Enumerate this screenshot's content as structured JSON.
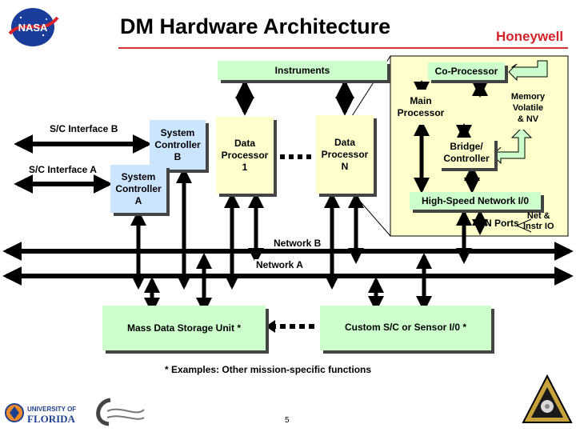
{
  "slide": {
    "title": "DM Hardware Architecture",
    "brand": "Honeywell",
    "nasa_logo_text": "NASA",
    "page_number": "5",
    "footnote": "* Examples: Other mission-specific functions",
    "uf_logo_line1": "UNIVERSITY OF",
    "uf_logo_line2": "FLORIDA"
  },
  "diagram": {
    "instruments": "Instruments",
    "co_processor": "Co-Processor",
    "main_processor": "Main\nProcessor",
    "memory": "Memory\nVolatile\n& NV",
    "bridge": "Bridge/\nController",
    "high_speed_network": "High-Speed Network I/0",
    "n_ports": "N Ports",
    "net_instr_io": "Net &\nInstr IO",
    "system_controller_b": "System\nController\nB",
    "system_controller_a": "System\nController\nA",
    "sc_interface_b": "S/C Interface B",
    "sc_interface_a": "S/C Interface A",
    "data_processor_1": "Data\nProcessor\n1",
    "data_processor_n": "Data\nProcessor\nN",
    "network_b": "Network B",
    "network_a": "Network A",
    "mass_storage": "Mass Data Storage Unit *",
    "custom_sc": "Custom S/C or Sensor I/0 *"
  },
  "colors": {
    "green": "#ccffcc",
    "yellow": "#ffffcc",
    "blue": "#cce5ff",
    "honeywell_red": "#d2232a",
    "title_rule": "#cc3333"
  },
  "icons": [
    "nasa-logo-icon",
    "uf-logo-icon",
    "company-logo-icon",
    "nmp-logo-icon"
  ]
}
